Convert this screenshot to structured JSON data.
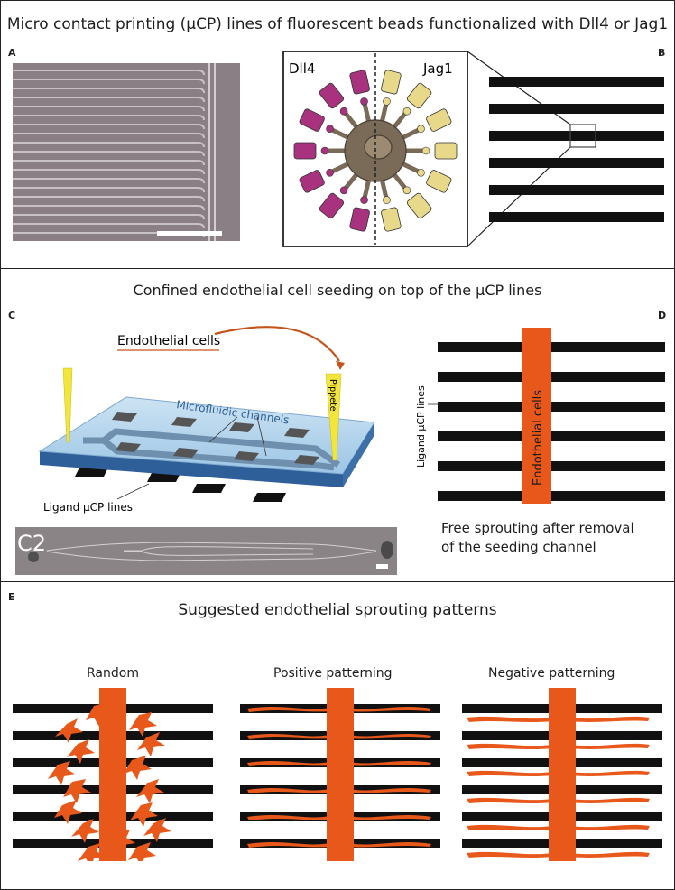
{
  "section1": {
    "title": "Micro contact printing (µCP) lines of fluorescent beads functionalized with Dll4 or Jag1",
    "panel_a_label": "A",
    "panel_b_label": "B",
    "ligand_left": "Dll4",
    "ligand_right": "Jag1",
    "colors": {
      "dll4": "#a8327e",
      "jag1": "#e8d88a",
      "cell": "#7a6a58",
      "line": "#111111"
    }
  },
  "section2": {
    "title": "Confined endothelial cell seeding on top of the µCP lines",
    "panel_c_label": "C",
    "panel_d_label": "D",
    "endothelial_cells_label": "Endothelial cells",
    "pipette_label": "Pippete",
    "microfluidic_label": "Microfluidic channels",
    "ligand_lines_label": "Ligand µCP lines",
    "c2_label": "C2",
    "d_ligand_label": "Ligand µCP lines",
    "d_column_label": "Endothelial cells",
    "d_caption_line1": "Free sprouting after removal",
    "d_caption_line2": "of the seeding channel",
    "colors": {
      "chip": "#a9cde8",
      "chip_edge": "#3d6fa8",
      "pipette": "#f3e63a",
      "arrow": "#c4541a",
      "column": "#e8581a"
    }
  },
  "section3": {
    "panel_e_label": "E",
    "title": "Suggested endothelial sprouting patterns",
    "patterns": [
      {
        "label": "Random"
      },
      {
        "label": "Positive patterning"
      },
      {
        "label": "Negative patterning"
      }
    ]
  }
}
